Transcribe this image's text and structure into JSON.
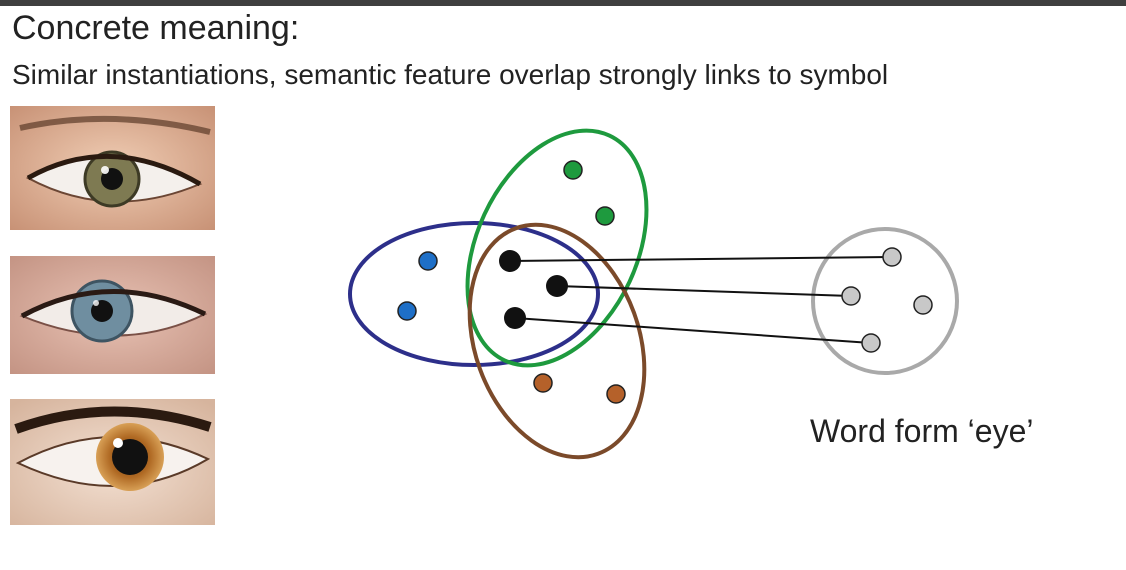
{
  "slide": {
    "title": "Concrete meaning:",
    "subtitle": "Similar instantiations, semantic feature overlap strongly links to symbol"
  },
  "images": [
    {
      "name": "eye-photo-hazel",
      "iris_color": "#7e7a52"
    },
    {
      "name": "eye-photo-blue",
      "iris_color": "#6f8ea0"
    },
    {
      "name": "eye-photo-brown",
      "iris_color": "#b06a24"
    }
  ],
  "diagram": {
    "word_form_label": "Word form ‘eye’",
    "colors": {
      "blue": "#2d2f8a",
      "green": "#1e9a3e",
      "brown": "#7b4a2a",
      "gray": "#a9a9a9",
      "black": "#111111"
    }
  }
}
